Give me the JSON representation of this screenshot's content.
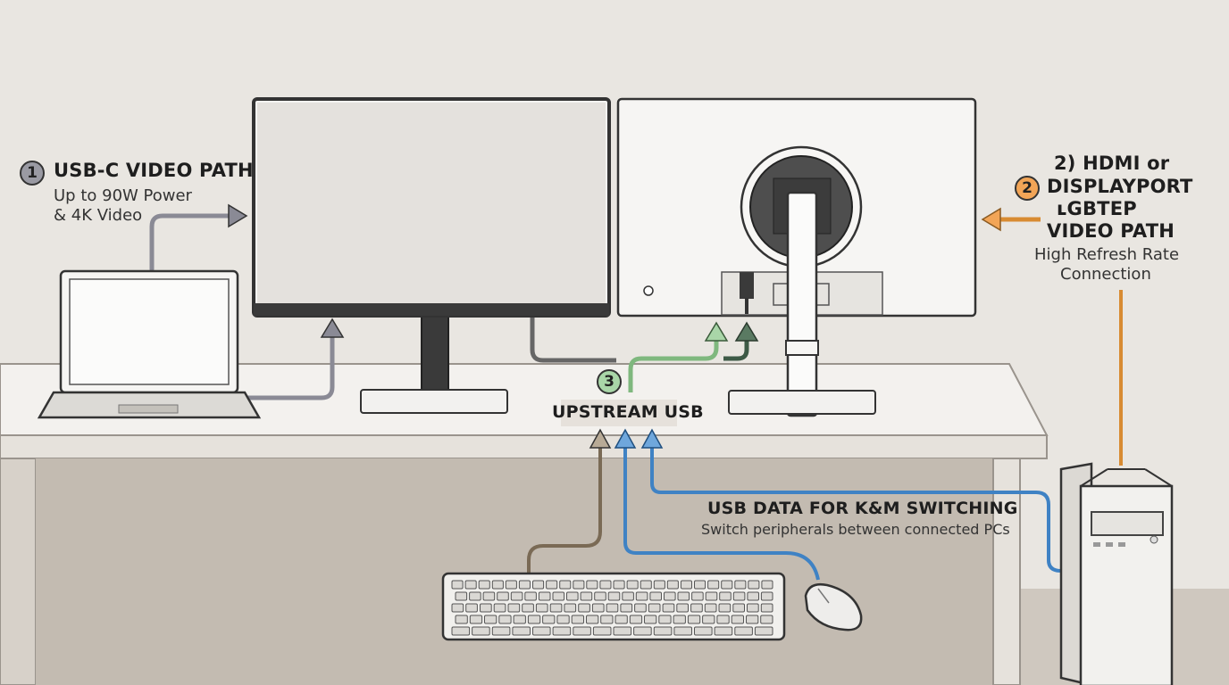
{
  "callouts": {
    "usbc": {
      "number": "1",
      "title": "USB-C VIDEO PATH",
      "lines": [
        "Up to 90W Power",
        "& 4K Video"
      ]
    },
    "hdmi": {
      "number": "2",
      "title_lines": [
        "2) HDMI or",
        "DISPLAYPORT",
        "ʟGBTEP",
        "VIDEO PATH"
      ],
      "lines": [
        "High Refresh Rate",
        "Connection"
      ]
    },
    "upstream": {
      "number": "3",
      "title": "UPSTREAM USB"
    },
    "km": {
      "title": "USB DATA FOR K&M SWITCHING",
      "subtitle": "Switch peripherals between connected PCs"
    }
  },
  "colors": {
    "wall": "#e9e6e1",
    "desk_top": "#f3f1ee",
    "under_desk": "#c3bbb1",
    "screen_border": "#3a3a3a",
    "usbc_cable": "#8a8a95",
    "hdmi_cable": "#d88b32",
    "usb_green": "#7fb87e",
    "usb_dark_green": "#3d5a46",
    "keyboard_cable": "#7a6a55",
    "usb_data_blue": "#3f82c4"
  }
}
